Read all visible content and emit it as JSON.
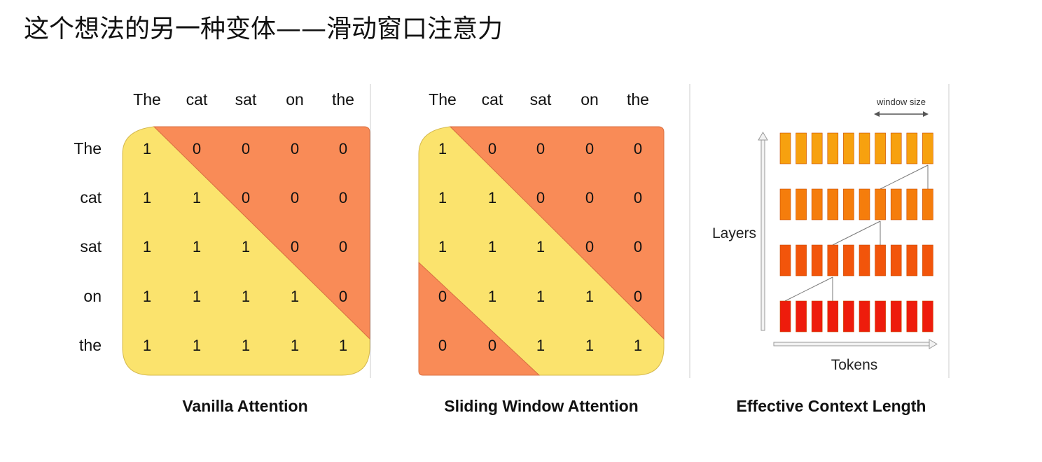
{
  "title": "这个想法的另一种变体——滑动窗口注意力",
  "tokens": [
    "The",
    "cat",
    "sat",
    "on",
    "the"
  ],
  "panels": [
    {
      "caption": "Vanilla Attention",
      "matrix": [
        [
          "1",
          "0",
          "0",
          "0",
          "0"
        ],
        [
          "1",
          "1",
          "0",
          "0",
          "0"
        ],
        [
          "1",
          "1",
          "1",
          "0",
          "0"
        ],
        [
          "1",
          "1",
          "1",
          "1",
          "0"
        ],
        [
          "1",
          "1",
          "1",
          "1",
          "1"
        ]
      ]
    },
    {
      "caption": "Sliding Window Attention",
      "matrix": [
        [
          "1",
          "0",
          "0",
          "0",
          "0"
        ],
        [
          "1",
          "1",
          "0",
          "0",
          "0"
        ],
        [
          "1",
          "1",
          "1",
          "0",
          "0"
        ],
        [
          "0",
          "1",
          "1",
          "1",
          "0"
        ],
        [
          "0",
          "0",
          "1",
          "1",
          "1"
        ]
      ]
    },
    {
      "caption": "Effective Context Length",
      "window_label": "window size",
      "y_label": "Layers",
      "x_label": "Tokens",
      "layer_colors": [
        "#f7a10f",
        "#f57d0c",
        "#f2550b",
        "#ee1c0c"
      ]
    }
  ],
  "colors": {
    "mask_on": "#fbe36d",
    "mask_off": "#f98b57"
  }
}
